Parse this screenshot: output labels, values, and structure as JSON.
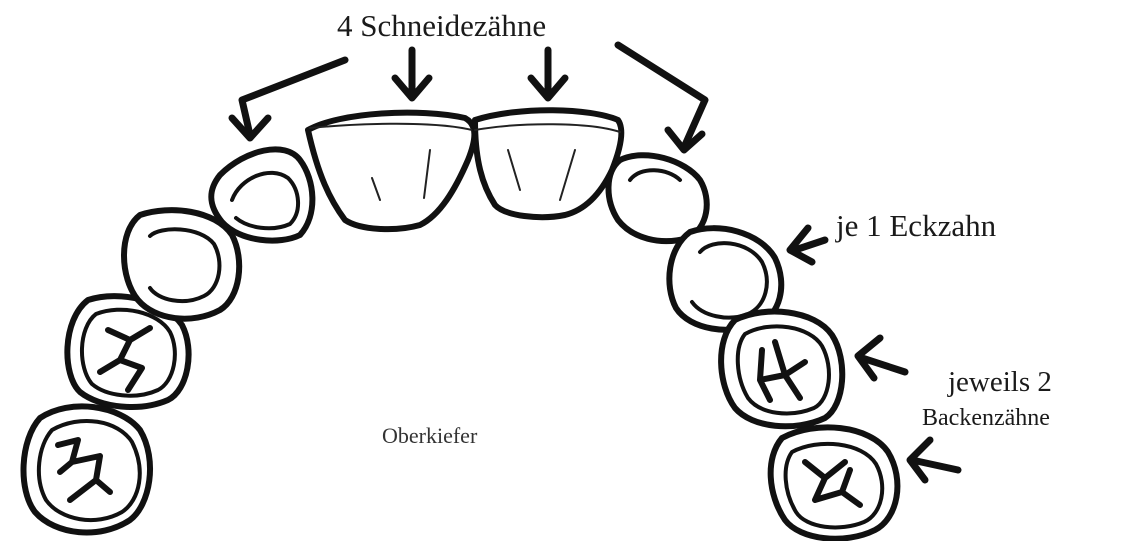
{
  "labels": {
    "incisors": "4 Schneidezähne",
    "canine": "je 1 Eckzahn",
    "molars_line1": "jeweils 2",
    "molars_line2": "Backenzähne",
    "jaw": "Oberkiefer"
  },
  "colors": {
    "ink": "#111111",
    "background": "#ffffff"
  }
}
